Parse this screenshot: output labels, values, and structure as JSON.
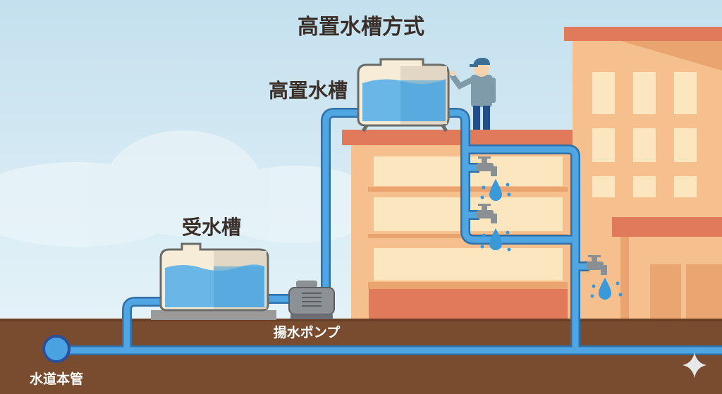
{
  "title": "高置水槽方式",
  "labels": {
    "elevated_tank": "高置水槽",
    "receiving_tank": "受水槽",
    "pump": "揚水ポンプ",
    "water_main": "水道本管"
  },
  "colors": {
    "sky": "#d3e9f3",
    "ground": "#7a4c2f",
    "pipe": "#4aa0dc",
    "pipe_outline": "#2f70a8",
    "building": "#f5c08e",
    "roof": "#e07a5a",
    "window": "#fbe6c0",
    "water": "#5fb0e2",
    "text_dark": "#3a2e28",
    "text_light": "#ffffff"
  }
}
